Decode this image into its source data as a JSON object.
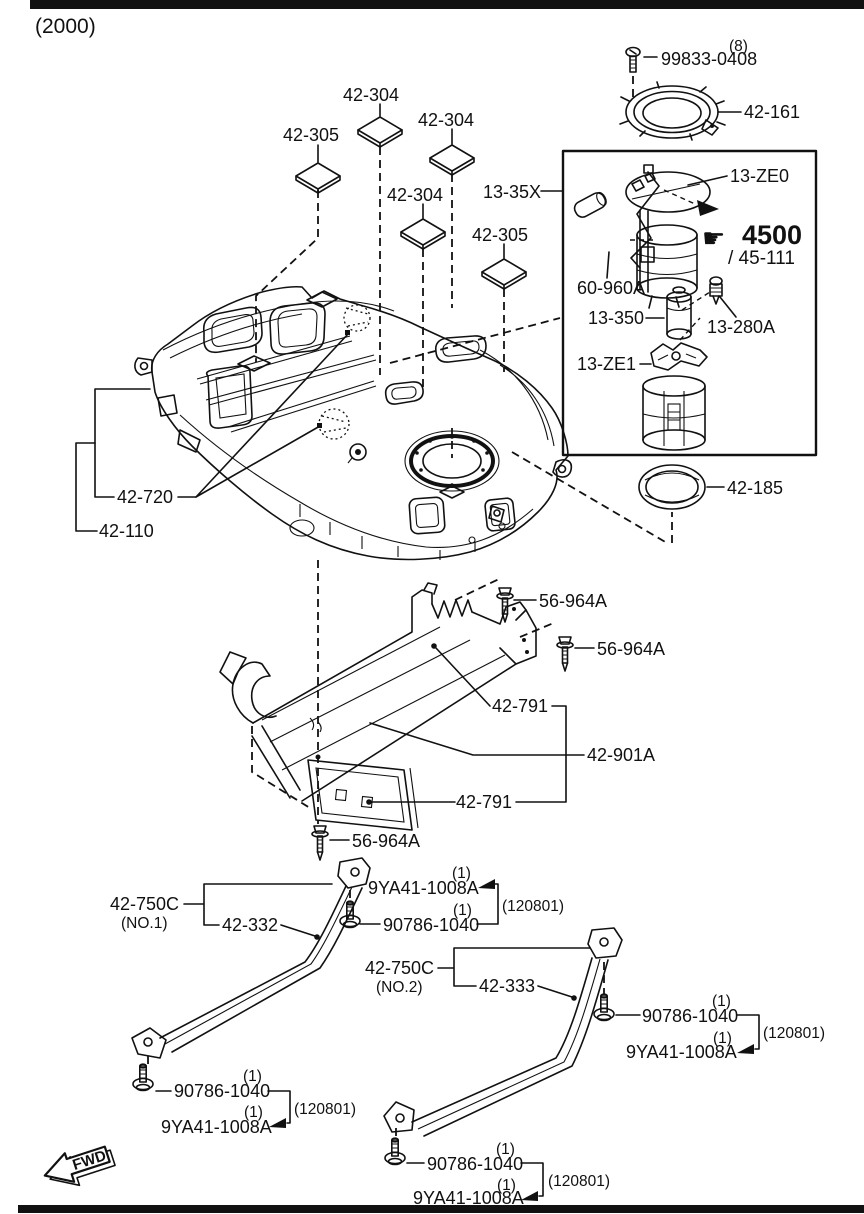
{
  "labels": {
    "year": "(2000)",
    "qty_8": "(8)",
    "qty_1": "(1)",
    "date_code": "(120801)",
    "screw": "99833-0408",
    "retainer": "42-161",
    "pad_304": "42-304",
    "pad_305": "42-305",
    "pump_unit_kit": "13-35X",
    "gasket": "13-ZE0",
    "stamp_4500": "4500",
    "stamp_45_111": "/ 45-111",
    "sender": "60-960A",
    "filter": "13-350",
    "regulator": "13-280A",
    "bracket_ze1": "13-ZE1",
    "oring": "42-185",
    "tank_fittings": "42-720",
    "fuel_tank": "42-110",
    "stud": "56-964A",
    "spacer": "42-791",
    "protector": "42-901A",
    "strap": "42-750C",
    "strap_no1": "(NO.1)",
    "strap_no2": "(NO.2)",
    "strap_front": "42-332",
    "strap_rear": "42-333",
    "bolt": "90786-1040",
    "clip": "9YA41-1008A",
    "fwd": "FWD"
  },
  "icons": {
    "pointing_hand": "☛"
  },
  "colors": {
    "line": "#111111",
    "background": "#ffffff"
  }
}
